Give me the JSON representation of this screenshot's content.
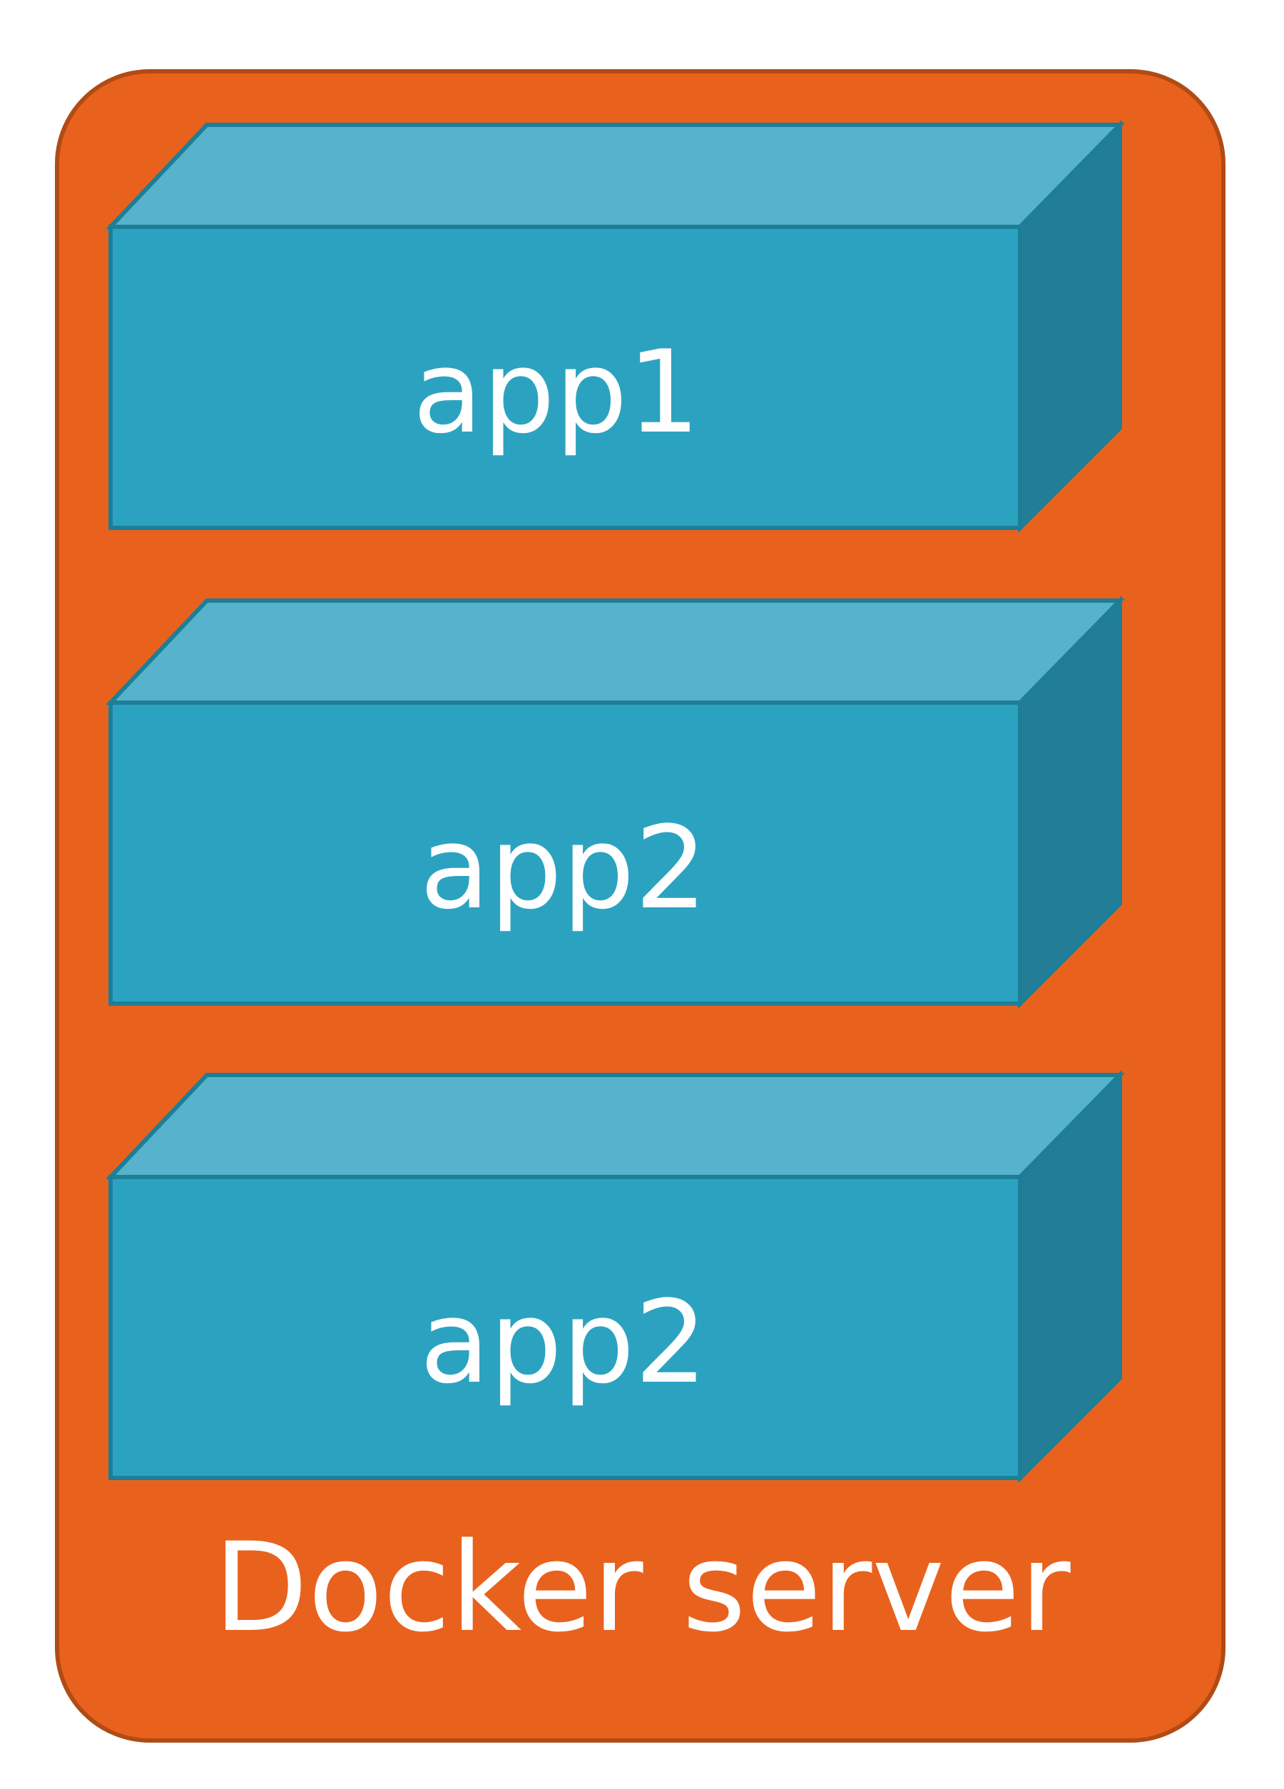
{
  "server": {
    "label": "Docker server"
  },
  "containers": [
    {
      "label": "app1"
    },
    {
      "label": "app2"
    },
    {
      "label": "app2"
    }
  ],
  "colors": {
    "server_fill": "#E8621E",
    "server_border": "#B14B15",
    "box_front": "#2BA3C0",
    "box_top": "#57B3CB",
    "box_side": "#217E96",
    "box_stroke": "#1D7E97",
    "text": "#FFFFFF"
  }
}
